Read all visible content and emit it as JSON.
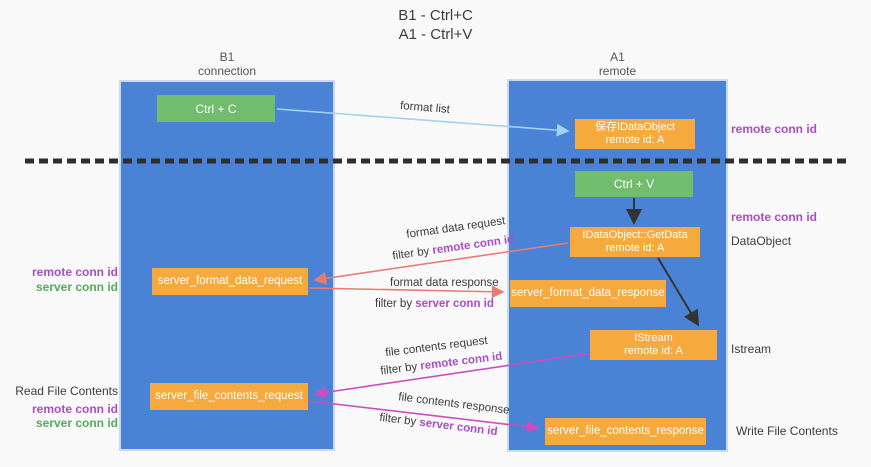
{
  "title": {
    "line1": "B1 - Ctrl+C",
    "line2": "A1 - Ctrl+V"
  },
  "lifelines": {
    "left": {
      "name": "B1",
      "role": "connection"
    },
    "right": {
      "name": "A1",
      "role": "remote"
    }
  },
  "boxes": {
    "ctrl_c": "Ctrl + C",
    "ctrl_v": "Ctrl + V",
    "save_dataobject": {
      "line1": "保存IDataObject",
      "line2": "remote id: A"
    },
    "getdata": {
      "line1": "IDataObject::GetData",
      "line2": "remote id: A"
    },
    "istream": {
      "line1": "IStream",
      "line2": "remote id: A"
    },
    "server_format_data_request": "server_format_data_request",
    "server_format_data_response": "server_format_data_response",
    "server_file_contents_request": "server_file_contents_request",
    "server_file_contents_response": "server_file_contents_response"
  },
  "messages": {
    "format_list": {
      "label": "format list"
    },
    "format_data_request": {
      "label": "format data request",
      "filter_prefix": "filter by ",
      "filter_key": "remote conn id"
    },
    "format_data_response": {
      "label": "format data response",
      "filter_prefix": "filter by ",
      "filter_key": "server conn id"
    },
    "file_contents_request": {
      "label": "file contents request",
      "filter_prefix": "filter by ",
      "filter_key": "remote conn id"
    },
    "file_contents_response": {
      "label": "file contents response",
      "filter_prefix": "filter by ",
      "filter_key": "server conn id"
    }
  },
  "side_labels": {
    "left": {
      "remote_conn_id_1": "remote conn id",
      "server_conn_id_1": "server conn id",
      "read_file_contents": "Read File Contents",
      "remote_conn_id_2": "remote conn id",
      "server_conn_id_2": "server conn id"
    },
    "right": {
      "remote_conn_id_1": "remote conn id",
      "remote_conn_id_2": "remote conn id",
      "dataobject": "DataObject",
      "istream": "Istream",
      "write_file_contents": "Write File Contents"
    }
  },
  "colors": {
    "bg": "#f9f9fa",
    "lifeline-blue": "#4a83d6",
    "lifeline-border": "#c9d9f2",
    "box-orange": "#f6a93c",
    "box-green": "#71bd6d",
    "text-dark": "#3c3c3c",
    "purple": "#a94fc4",
    "green-label": "#56a85f",
    "arrow-blue": "#a6d2f2",
    "arrow-salmon": "#e87c72",
    "arrow-magenta": "#cb4ec0",
    "arrow-black": "#333333",
    "dash": "#2e2e2e"
  }
}
